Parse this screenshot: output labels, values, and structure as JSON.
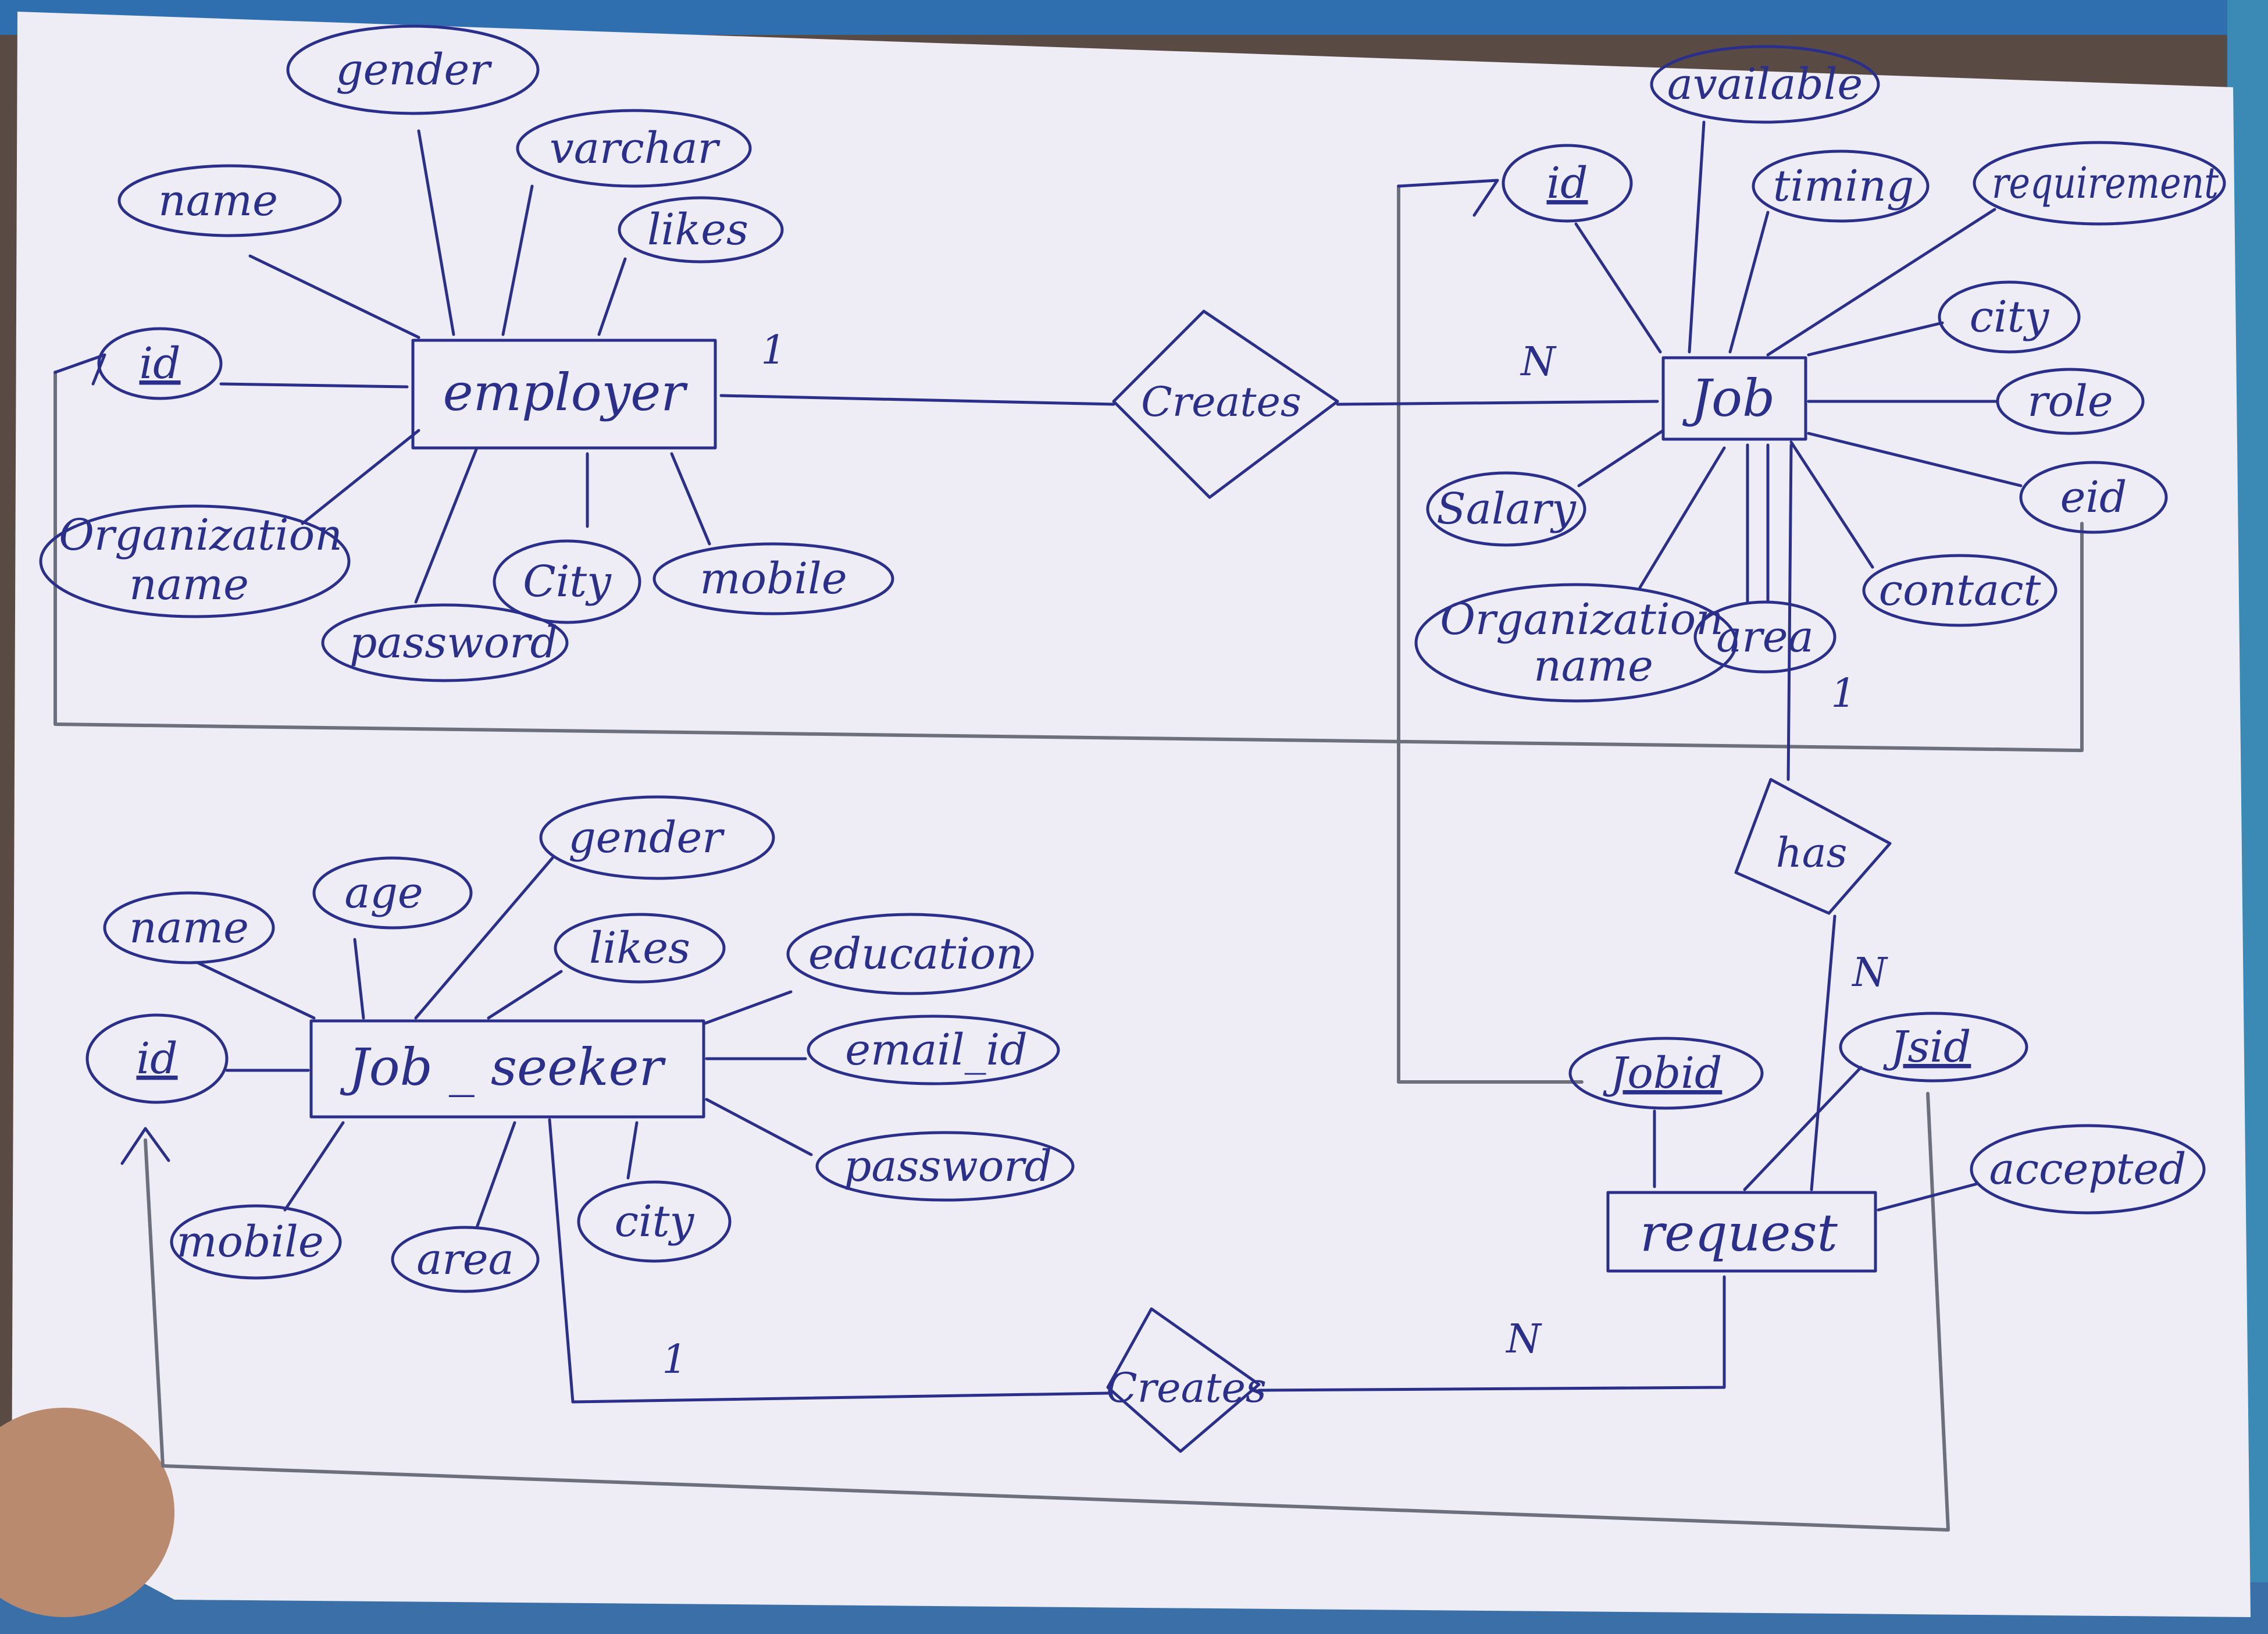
{
  "diagram": {
    "type": "er-diagram",
    "ink_color": "#2b2f8c",
    "paper_color": "#eeecf4",
    "entities": {
      "employer": {
        "label": "employer",
        "attributes": {
          "id": "id",
          "name": "name",
          "gender": "gender",
          "varchar": "varchar",
          "likes": "likes",
          "org_name_l1": "Organization",
          "org_name_l2": "name",
          "password": "password",
          "city": "City",
          "mobile": "mobile"
        }
      },
      "job": {
        "label": "Job",
        "attributes": {
          "id": "id",
          "available": "available",
          "timing": "timing",
          "requirement": "requirement",
          "city": "city",
          "role": "role",
          "eid": "eid",
          "contact": "contact",
          "area": "area",
          "salary": "Salary",
          "org_name_l1": "Organization",
          "org_name_l2": "name"
        }
      },
      "job_seeker": {
        "label": "Job _ seeker",
        "attributes": {
          "id": "id",
          "name": "name",
          "age": "age",
          "gender": "gender",
          "likes": "likes",
          "education": "education",
          "email_id": "email_id",
          "password": "password",
          "mobile": "mobile",
          "area": "area",
          "city": "city"
        }
      },
      "request": {
        "label": "request",
        "attributes": {
          "job_id": "Jobid",
          "js_id": "Jsid",
          "accepted": "accepted"
        }
      }
    },
    "relationships": {
      "creates_top": {
        "label": "Creates",
        "left_card": "1",
        "right_card": "N"
      },
      "has": {
        "label": "has",
        "top_card": "1",
        "bottom_card": "N"
      },
      "creates_bottom": {
        "label": "Creates",
        "left_card": "1",
        "right_card": "N"
      }
    }
  }
}
